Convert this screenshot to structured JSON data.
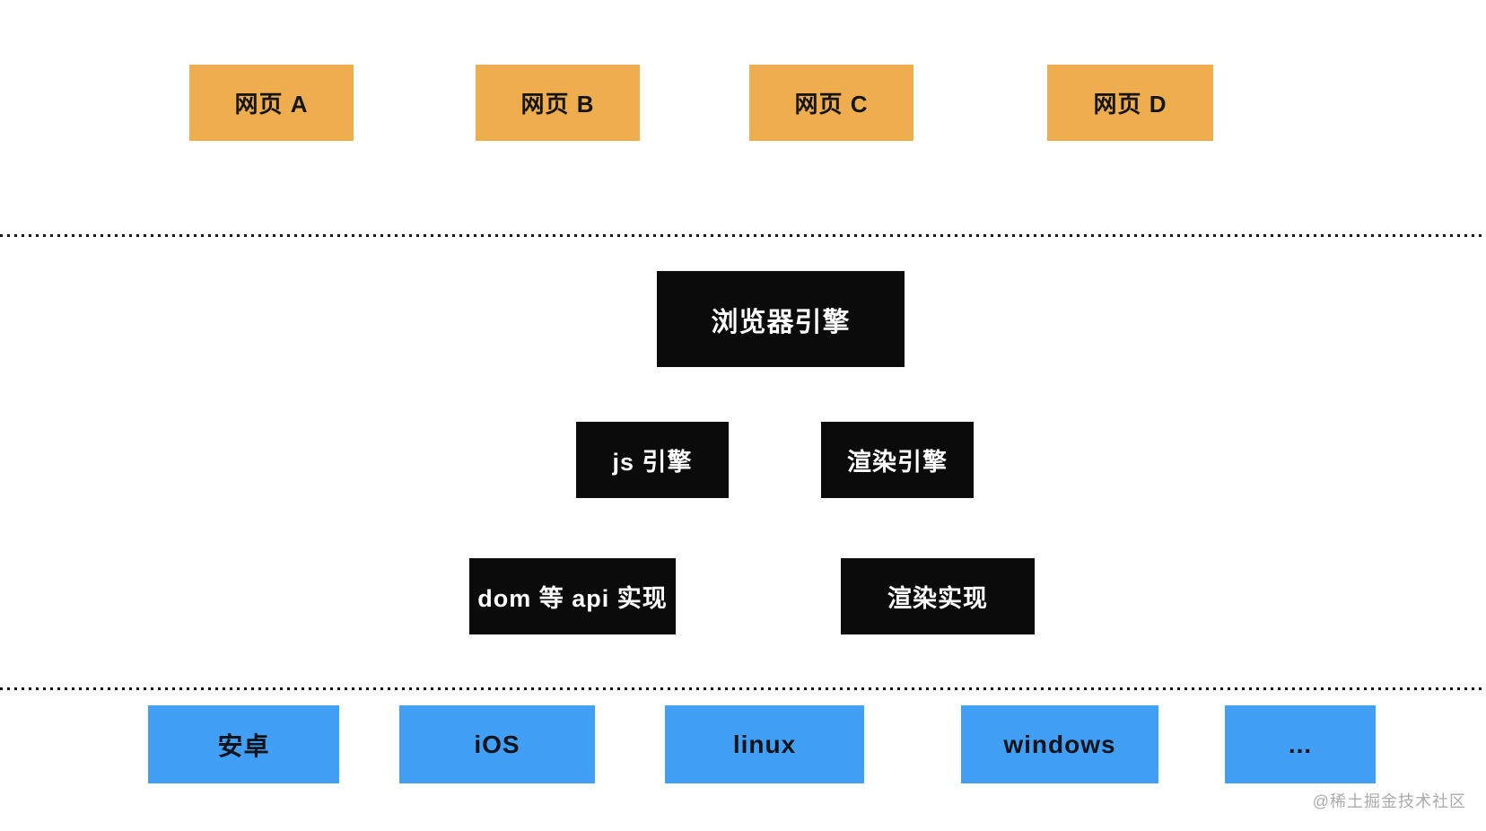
{
  "diagram": {
    "title_hint": "browser architecture layers diagram",
    "web_pages": [
      {
        "label": "网页 A"
      },
      {
        "label": "网页 B"
      },
      {
        "label": "网页 C"
      },
      {
        "label": "网页 D"
      }
    ],
    "browser_engine": {
      "label": "浏览器引擎"
    },
    "engine_row": [
      {
        "label": "js 引擎"
      },
      {
        "label": "渲染引擎"
      }
    ],
    "impl_row": [
      {
        "label": "dom 等 api 实现"
      },
      {
        "label": "渲染实现"
      }
    ],
    "platforms": [
      {
        "label": "安卓"
      },
      {
        "label": "iOS"
      },
      {
        "label": "linux"
      },
      {
        "label": "windows"
      },
      {
        "label": "..."
      }
    ],
    "watermark": "@稀土掘金技术社区",
    "colors": {
      "bg": "#FFFFFF",
      "web-page-fill": "#EFAE4E",
      "engine-fill": "#0B0B0B",
      "platform-fill": "#41A0F5",
      "watermark-color": "#ABABAB",
      "divider-dot": "#141414"
    }
  }
}
